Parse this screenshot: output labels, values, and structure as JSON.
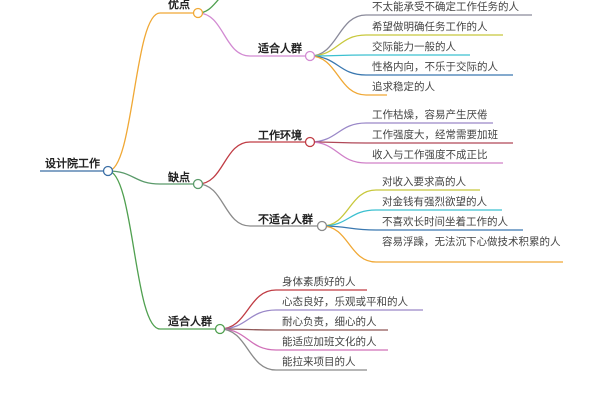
{
  "root": {
    "label": "设计院工作",
    "color": "#3a6ea5"
  },
  "branches": [
    {
      "label": "优点",
      "color": "#f0a835",
      "children": [
        {
          "label": "适合人群",
          "color": "#d28ad2",
          "leaves": [
            {
              "label": "不太能承受不确定工作任务的人",
              "color": "#8a8a9a"
            },
            {
              "label": "希望做明确任务工作的人",
              "color": "#c8c83c"
            },
            {
              "label": "交际能力一般的人",
              "color": "#3cc0d0"
            },
            {
              "label": "性格内向，不乐于交际的人",
              "color": "#3a78b0"
            },
            {
              "label": "追求稳定的人",
              "color": "#f0a835"
            }
          ]
        }
      ]
    },
    {
      "label": "缺点",
      "color": "#5a9a6a",
      "children": [
        {
          "label": "工作环境",
          "color": "#c03c44",
          "leaves": [
            {
              "label": "工作枯燥，容易产生厌倦",
              "color": "#9a88c8"
            },
            {
              "label": "工作强度大，经常需要加班",
              "color": "#b04858"
            },
            {
              "label": "收入与工作强度不成正比",
              "color": "#d080c8"
            }
          ]
        },
        {
          "label": "不适合人群",
          "color": "#8a8a8a",
          "leaves": [
            {
              "label": "对收入要求高的人",
              "color": "#c8c83c"
            },
            {
              "label": "对金钱有强烈欲望的人",
              "color": "#3cc0d0"
            },
            {
              "label": "不喜欢长时间坐着工作的人",
              "color": "#3a78b0"
            },
            {
              "label": "容易浮躁，无法沉下心做技术积累的人",
              "color": "#f0a835"
            }
          ]
        }
      ]
    },
    {
      "label": "适合人群",
      "color": "#50a050",
      "leaves": [
        {
          "label": "身体素质好的人",
          "color": "#c03c44"
        },
        {
          "label": "心态良好，乐观或平和的人",
          "color": "#9a88c8"
        },
        {
          "label": "耐心负责，细心的人",
          "color": "#905858"
        },
        {
          "label": "能适应加班文化的人",
          "color": "#d070b8"
        },
        {
          "label": "能拉来项目的人",
          "color": "#8a8a8a"
        }
      ]
    }
  ]
}
